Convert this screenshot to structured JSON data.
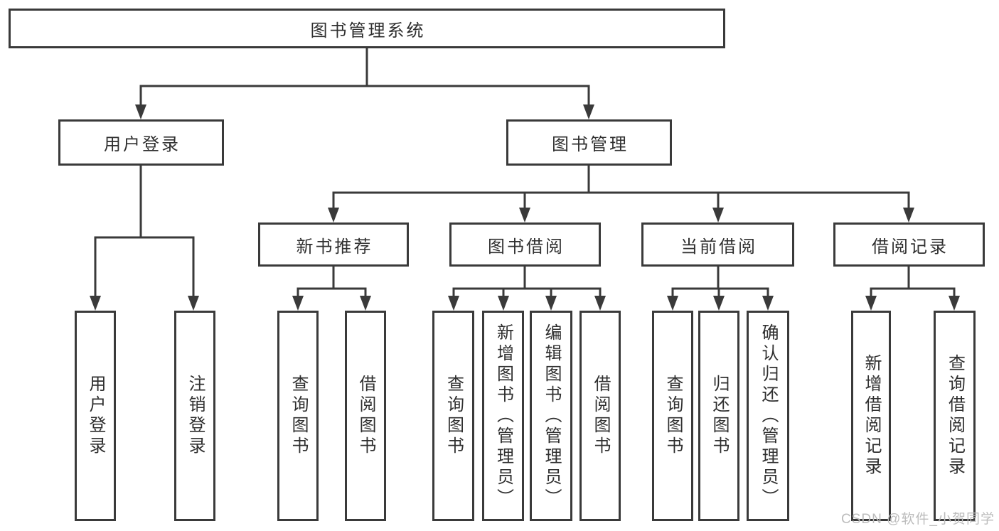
{
  "tree": {
    "root": {
      "label": "图书管理系统",
      "children": [
        {
          "label": "用户登录",
          "children": [
            {
              "label": "用户登录"
            },
            {
              "label": "注销登录"
            }
          ]
        },
        {
          "label": "图书管理",
          "children": [
            {
              "label": "新书推荐",
              "children": [
                {
                  "label": "查询图书"
                },
                {
                  "label": "借阅图书"
                }
              ]
            },
            {
              "label": "图书借阅",
              "children": [
                {
                  "label": "查询图书"
                },
                {
                  "label": "新增图书（管理员）"
                },
                {
                  "label": "编辑图书（管理员）"
                },
                {
                  "label": "借阅图书"
                }
              ]
            },
            {
              "label": "当前借阅",
              "children": [
                {
                  "label": "查询图书"
                },
                {
                  "label": "归还图书"
                },
                {
                  "label": "确认归还（管理员）"
                }
              ]
            },
            {
              "label": "借阅记录",
              "children": [
                {
                  "label": "新增借阅记录"
                },
                {
                  "label": "查询借阅记录"
                }
              ]
            }
          ]
        }
      ]
    }
  },
  "watermark": {
    "text": "CSDN @软件_小贺同学"
  },
  "colors": {
    "line": "#3a3a3a",
    "text": "#2f2f2f",
    "watermark": "#bcbcbc"
  }
}
